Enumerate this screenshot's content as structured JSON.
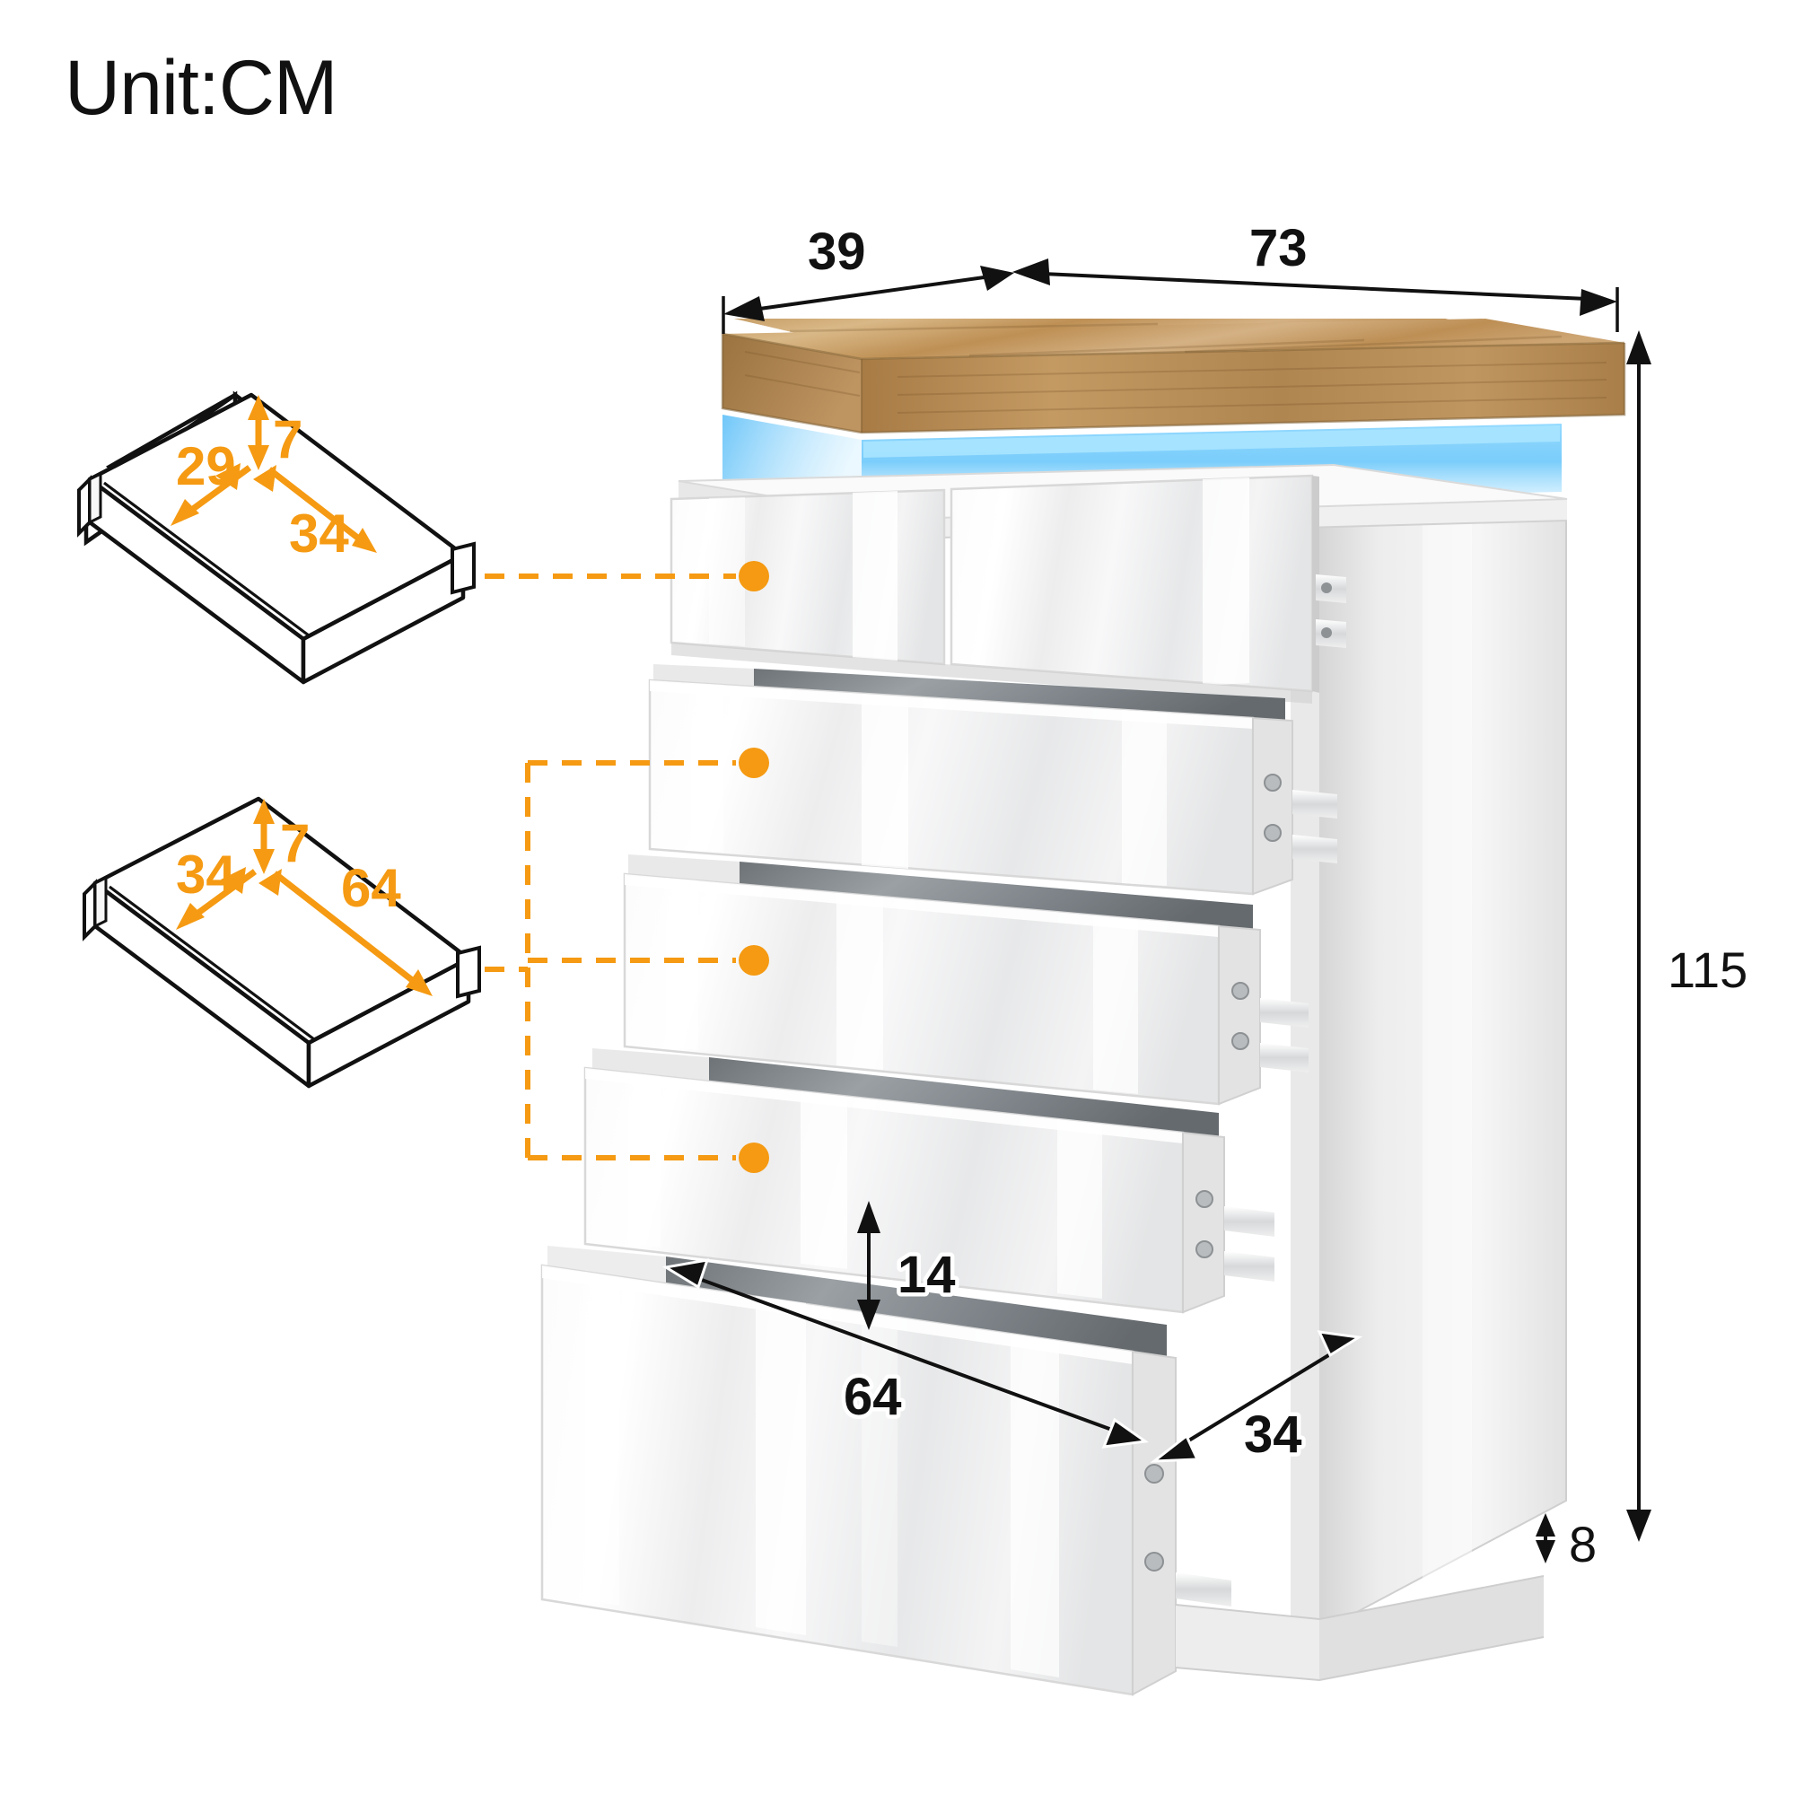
{
  "page": {
    "unit_title": "Unit:CM",
    "background": "#ffffff",
    "accent_orange": "#F59A12",
    "line_black": "#111111"
  },
  "product": {
    "type": "chest-of-drawers",
    "description": "White high-gloss 5-drawer chest with oak-finish lift top and LED light strip",
    "top_material_color": "#C49A5E",
    "led_color": "#49B6F0",
    "body_color": "#F2F2F2"
  },
  "dimensions": {
    "overall": [
      {
        "id": "depth",
        "label": "39",
        "note": "cabinet depth"
      },
      {
        "id": "width",
        "label": "73",
        "note": "cabinet width"
      },
      {
        "id": "height",
        "label": "115",
        "note": "cabinet height"
      },
      {
        "id": "leg",
        "label": "8",
        "note": "plinth/leg height"
      }
    ],
    "small_drawer": {
      "name": "small-drawer",
      "depth": "29",
      "height": "7",
      "width": "34"
    },
    "large_drawer": {
      "name": "large-drawer",
      "depth": "34",
      "height": "7",
      "width": "64"
    },
    "bottom_drawer": {
      "name": "bottom-drawer",
      "height": "14",
      "width": "64",
      "depth": "34"
    }
  },
  "callouts": [
    {
      "id": "callout-small-drawer",
      "target": "top-drawer-row"
    },
    {
      "id": "callout-large-drawer-1",
      "target": "drawer-2"
    },
    {
      "id": "callout-large-drawer-2",
      "target": "drawer-3"
    },
    {
      "id": "callout-large-drawer-3",
      "target": "drawer-4"
    }
  ]
}
